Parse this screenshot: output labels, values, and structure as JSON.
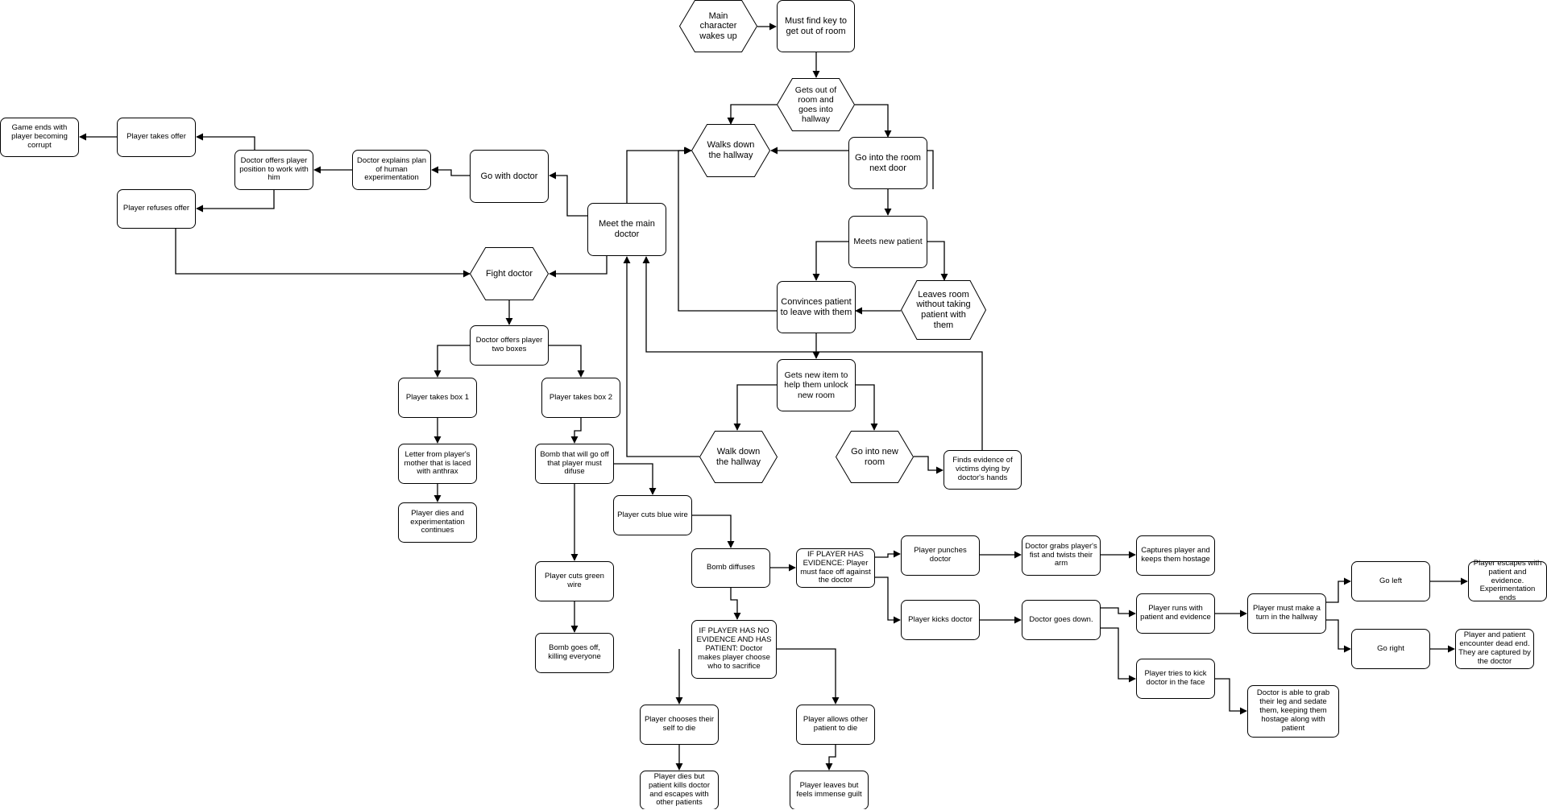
{
  "colors": {
    "line": "#000000",
    "fill": "#ffffff",
    "text": "#000000"
  },
  "nodes": [
    {
      "id": "wake",
      "shape": "hex",
      "text": "Main character wakes up"
    },
    {
      "id": "findkey",
      "shape": "rect",
      "text": "Must find key to get out of room"
    },
    {
      "id": "hallway1",
      "shape": "hex",
      "text": "Gets out of room and goes into hallway"
    },
    {
      "id": "walkhall",
      "shape": "hex",
      "text": "Walks down the hallway"
    },
    {
      "id": "nextdoor",
      "shape": "rect",
      "text": "Go into the room next door"
    },
    {
      "id": "meetpatient",
      "shape": "rect",
      "text": "Meets new patient"
    },
    {
      "id": "convince",
      "shape": "rect",
      "text": "Convinces patient to leave with them"
    },
    {
      "id": "leaveroom",
      "shape": "hex",
      "text": "Leaves room without taking patient with them"
    },
    {
      "id": "newitem",
      "shape": "rect",
      "text": "Gets new item to help them unlock new room"
    },
    {
      "id": "walkhall2",
      "shape": "hex",
      "text": "Walk down the hallway"
    },
    {
      "id": "newroom",
      "shape": "hex",
      "text": "Go into new room"
    },
    {
      "id": "evidence",
      "shape": "rect",
      "text": "Finds evidence of victims dying by doctor's hands"
    },
    {
      "id": "meetdoc",
      "shape": "rect",
      "text": "Meet the main doctor"
    },
    {
      "id": "gowith",
      "shape": "rect",
      "text": "Go with doctor"
    },
    {
      "id": "explain",
      "shape": "rect",
      "text": "Doctor explains plan of human experimentation"
    },
    {
      "id": "offerpos",
      "shape": "rect",
      "text": "Doctor offers player position to work with him"
    },
    {
      "id": "takes",
      "shape": "rect",
      "text": "Player takes offer"
    },
    {
      "id": "corrupt",
      "shape": "rect",
      "text": "Game ends with player becoming corrupt"
    },
    {
      "id": "refuses",
      "shape": "rect",
      "text": "Player refuses offer"
    },
    {
      "id": "fight",
      "shape": "hex",
      "text": "Fight doctor"
    },
    {
      "id": "boxes",
      "shape": "rect",
      "text": "Doctor offers player two boxes"
    },
    {
      "id": "box1",
      "shape": "rect",
      "text": "Player takes box 1"
    },
    {
      "id": "box2",
      "shape": "rect",
      "text": "Player takes box 2"
    },
    {
      "id": "letter",
      "shape": "rect",
      "text": "Letter from player's mother that is laced with anthrax"
    },
    {
      "id": "dies1",
      "shape": "rect",
      "text": "Player dies and experimentation continues"
    },
    {
      "id": "bomb",
      "shape": "rect",
      "text": "Bomb that will go off that player must difuse"
    },
    {
      "id": "green",
      "shape": "rect",
      "text": "Player cuts green wire"
    },
    {
      "id": "bombgoes",
      "shape": "rect",
      "text": "Bomb goes off, killing everyone"
    },
    {
      "id": "blue",
      "shape": "rect",
      "text": "Player cuts blue wire"
    },
    {
      "id": "diffuses",
      "shape": "rect",
      "text": "Bomb diffuses"
    },
    {
      "id": "ifev",
      "shape": "rect",
      "text": "IF PLAYER HAS EVIDENCE: Player must face off against the doctor"
    },
    {
      "id": "ifno",
      "shape": "rect",
      "text": "IF PLAYER HAS NO EVIDENCE AND HAS PATIENT: Doctor makes player choose who to sacrifice"
    },
    {
      "id": "chooses",
      "shape": "rect",
      "text": "Player chooses their self to die"
    },
    {
      "id": "allows",
      "shape": "rect",
      "text": "Player allows other patient to die"
    },
    {
      "id": "dies2",
      "shape": "rect",
      "text": "Player dies but patient kills doctor and escapes with other patients"
    },
    {
      "id": "guilt",
      "shape": "rect",
      "text": "Player leaves but feels immense guilt"
    },
    {
      "id": "punch",
      "shape": "rect",
      "text": "Player punches doctor"
    },
    {
      "id": "kick",
      "shape": "rect",
      "text": "Player kicks doctor"
    },
    {
      "id": "grabs",
      "shape": "rect",
      "text": "Doctor grabs player's fist and twists their arm"
    },
    {
      "id": "captures",
      "shape": "rect",
      "text": "Captures player and keeps them hostage"
    },
    {
      "id": "down",
      "shape": "rect",
      "text": "Doctor goes down."
    },
    {
      "id": "runs",
      "shape": "rect",
      "text": "Player runs with patient and evidence"
    },
    {
      "id": "triesk",
      "shape": "rect",
      "text": "Player tries to kick doctor in the face"
    },
    {
      "id": "sedate",
      "shape": "rect",
      "text": "Doctor is able to grab their leg and sedate them, keeping them hostage along with patient"
    },
    {
      "id": "turn",
      "shape": "rect",
      "text": "Player must make a turn in the hallway"
    },
    {
      "id": "left",
      "shape": "rect",
      "text": "Go left"
    },
    {
      "id": "right",
      "shape": "rect",
      "text": "Go right"
    },
    {
      "id": "escapes",
      "shape": "rect",
      "text": "Player escapes with patient and evidence. Experimentation ends"
    },
    {
      "id": "deadend",
      "shape": "rect",
      "text": "Player and patient encounter dead end. They are captured by the doctor"
    }
  ]
}
